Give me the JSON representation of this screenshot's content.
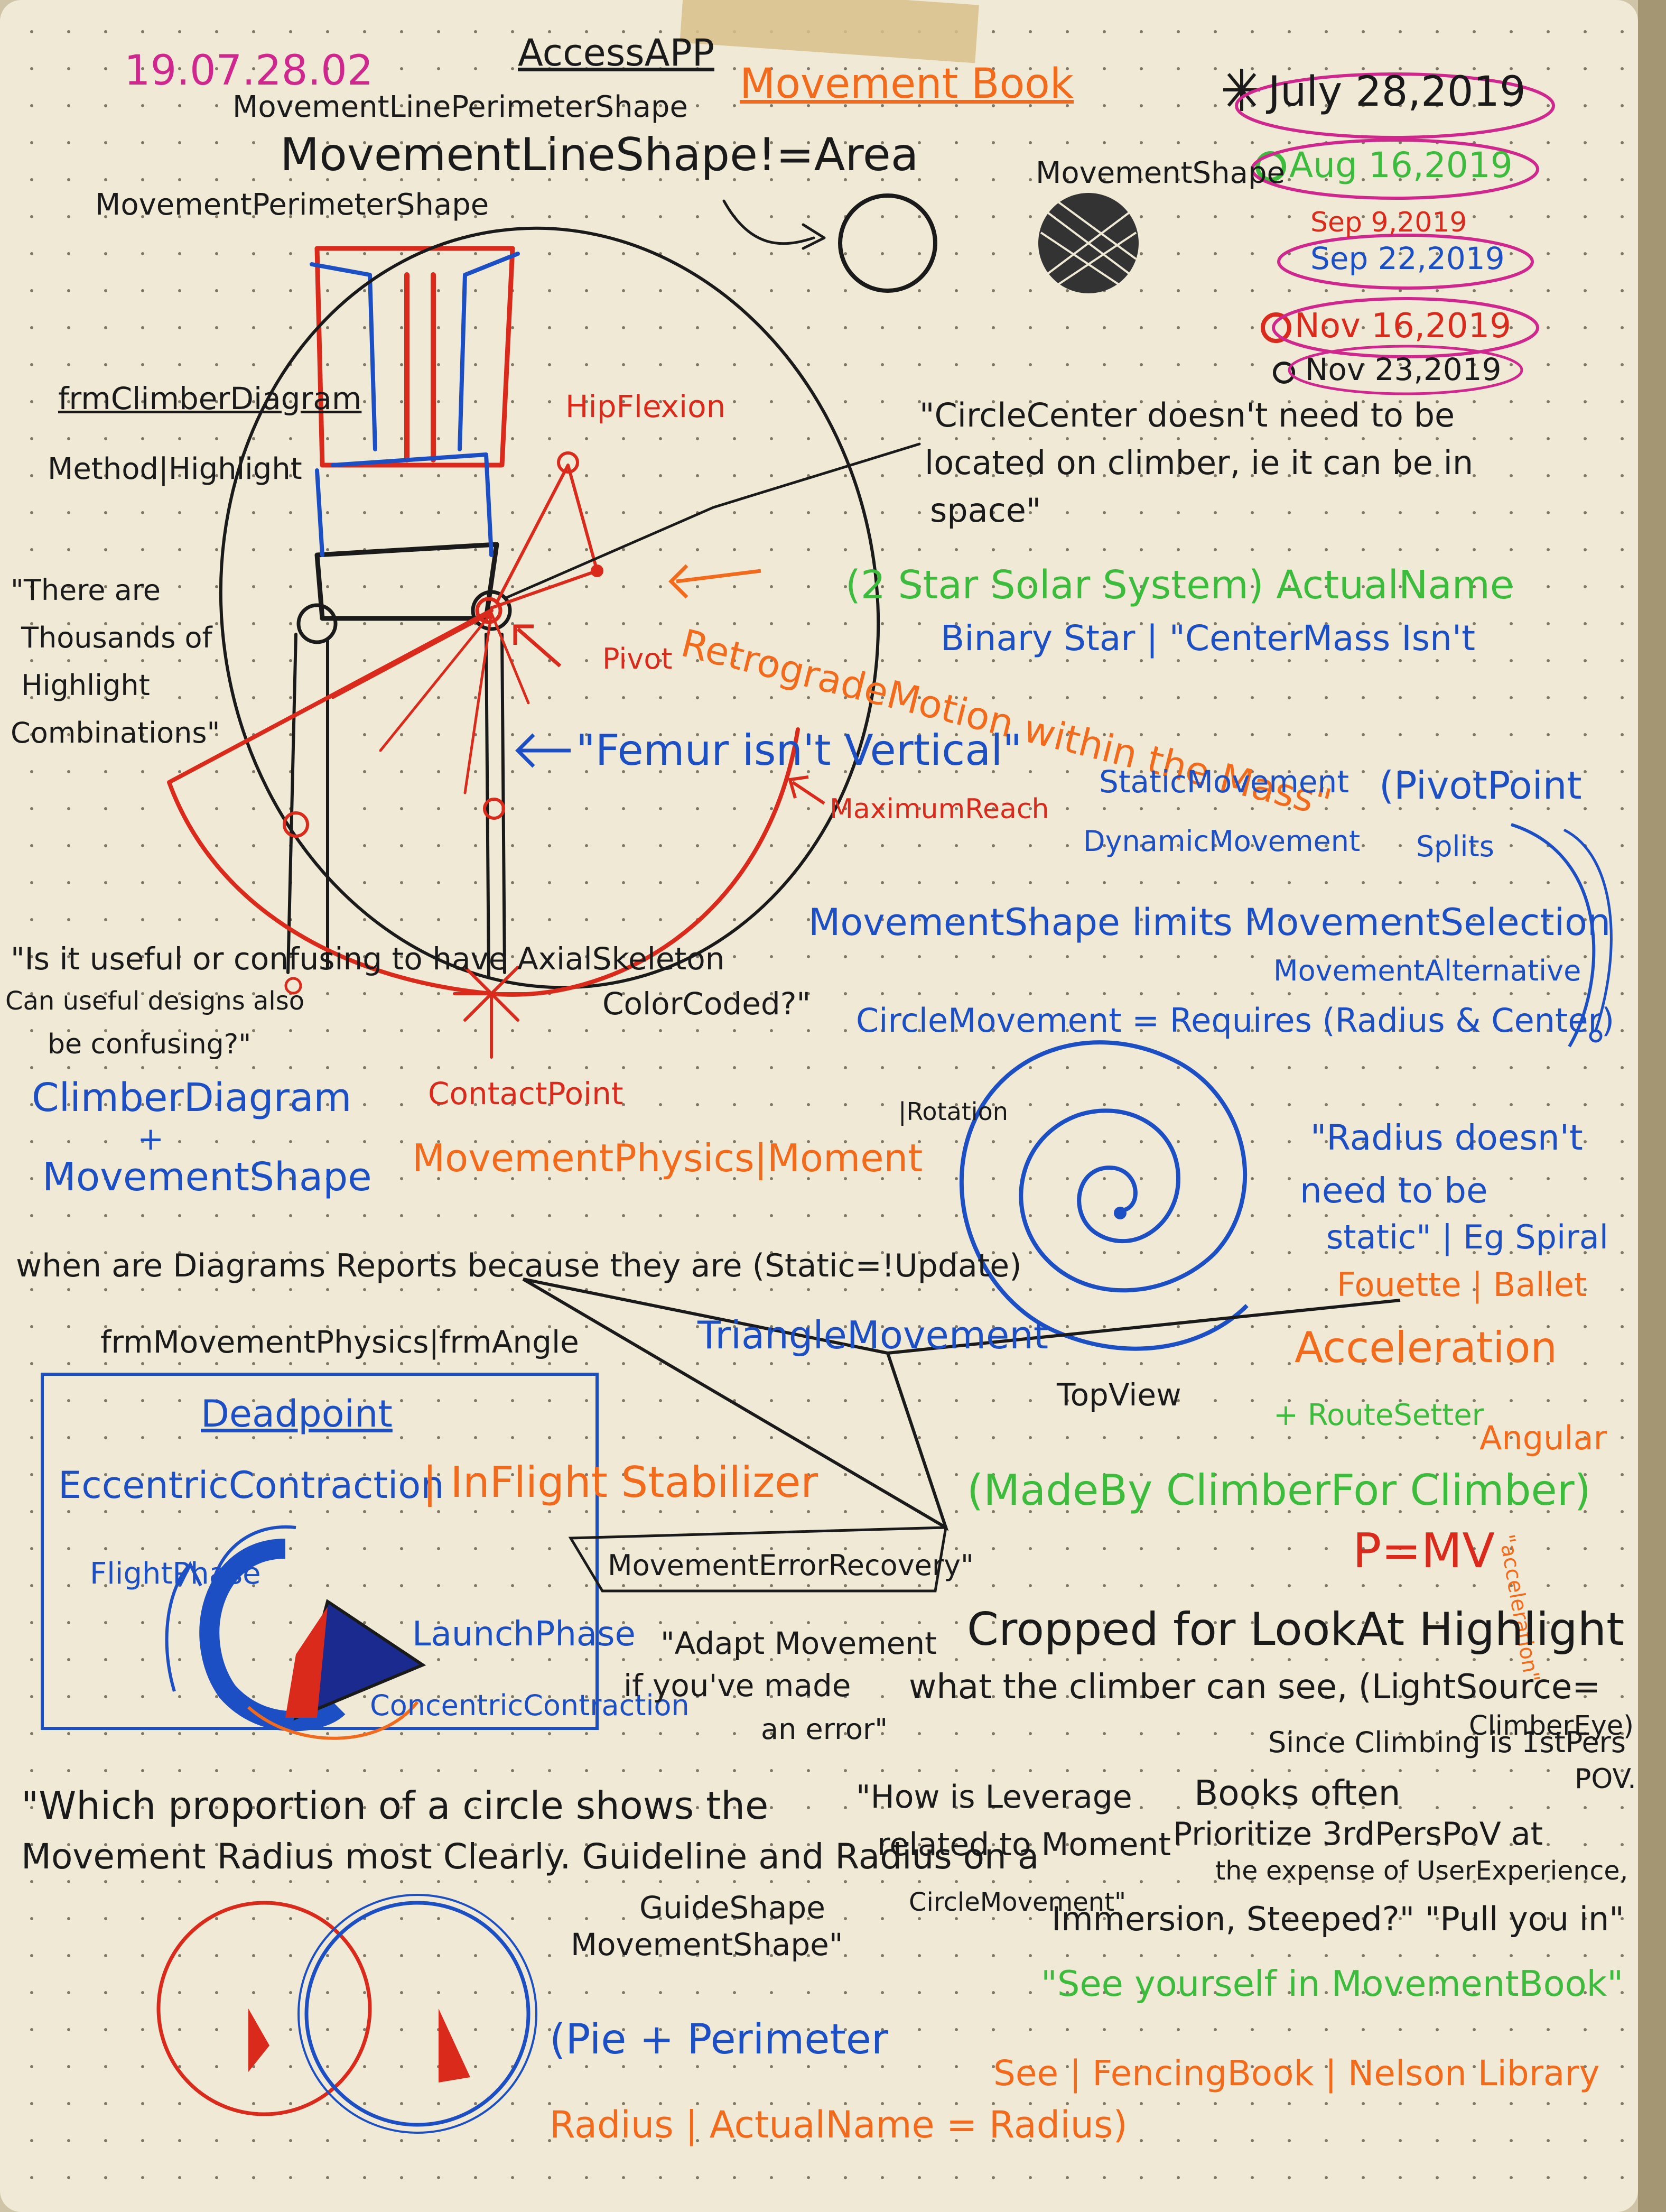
{
  "page": {
    "timestamp": "19.07.28.02",
    "app": "AccessAPP",
    "book": "Movement Book"
  },
  "dates": [
    "July 28,2019",
    "Aug 16,2019",
    "Sep 9,2019",
    "Sep 22,2019",
    "Nov 16,2019",
    "Nov 23,2019"
  ],
  "notes": {
    "movement_line_perimeter": "MovementLinePerimeterShape",
    "line_not_area": "MovementLineShape!=Area",
    "movement_perimeter_shape": "MovementPerimeterShape",
    "movement_shape": "MovementShape",
    "frm_climber_diagram": "frmClimberDiagram",
    "method_highlight": "Method|Highlight",
    "thousands_1": "\"There are",
    "thousands_2": "Thousands of",
    "thousands_3": "Highlight",
    "thousands_4": "Combinations\"",
    "hip_flexion": "HipFlexion",
    "circle_center_1": "\"CircleCenter doesn't need to be",
    "circle_center_2": "located on climber, ie it can be in",
    "circle_center_3": "space\"",
    "solar_1": "(2 Star Solar System) ActualName",
    "solar_2": "Binary Star | \"CenterMass Isn't",
    "retrograde": "RetrogradeMotion within the Mass\"",
    "pivot": "Pivot",
    "femur": "\"Femur isn't Vertical\"",
    "maximum_reach": "MaximumReach",
    "static_movement": "StaticMovement",
    "dynamic_movement": "DynamicMovement",
    "pivot_point": "(PivotPoint",
    "splits": "Splits",
    "limits_1": "MovementShape limits MovementSelection",
    "limits_2": "MovementAlternative",
    "useful_1": "\"Is it useful or confusing to have AxialSkeleton",
    "useful_2": "Can useful designs also",
    "useful_3": "ColorCoded?\"",
    "useful_4": "be confusing?\"",
    "circle_movement": "CircleMovement = Requires (Radius & Center)",
    "contact_point": "ContactPoint",
    "climber_diagram_plus_1": "ClimberDiagram",
    "climber_diagram_plus_2": "+",
    "climber_diagram_plus_3": "MovementShape",
    "physics": "MovementPhysics|Moment",
    "rotation": "|Rotation",
    "radius_1": "\"Radius doesn't",
    "radius_2": "need to be",
    "radius_3": "static\" | Eg Spiral",
    "diagrams_reports": "when are Diagrams Reports because they are (Static=!Update)",
    "fouette": "Fouette | Ballet",
    "frm_physics": "frmMovementPhysics|frmAngle",
    "triangle_movement": "TriangleMovement",
    "acceleration": "Acceleration",
    "top_view": "TopView",
    "routesetter": "+ RouteSetter",
    "angular": "Angular",
    "made_by": "(MadeBy ClimberFor Climber)",
    "angular_tail": "\"acceleration\"",
    "deadpoint": "Deadpoint",
    "eccentric": "EccentricContraction",
    "inflight": "| InFlight Stabilizer",
    "pmv": "P=MV",
    "flight_phase": "FlightPhase",
    "launch_phase": "LaunchPhase",
    "concentric": "ConcentricContraction",
    "error_recovery": "MovementErrorRecovery\"",
    "adapt_1": "\"Adapt Movement",
    "adapt_2": "if you've made",
    "adapt_3": "an error\"",
    "cropped_1": "Cropped for LookAt Highlight",
    "cropped_2": "what the climber can see, (LightSource=",
    "cropped_3": "ClimberEye)",
    "proportion_1": "\"Which proportion of a circle shows the",
    "proportion_2": "Movement Radius most Clearly. Guideline and Radius on a",
    "leverage_1": "\"How is Leverage",
    "leverage_2": "related to Moment",
    "circle_movement_2": "CircleMovement\"",
    "guideshape": "GuideShape",
    "movementshape_2": "MovementShape\"",
    "pov_1": "Since Climbing is 1stPers",
    "pov_2": "Books often",
    "pov_3": "POV.",
    "pov_4": "Prioritize 3rdPersPoV at",
    "pov_5": "the expense of UserExperience,",
    "pov_6": "Immersion, Steeped?\" \"Pull you in\"",
    "see_yourself": "\"See yourself in MovementBook\"",
    "pie": "(Pie + Perimeter",
    "radius_name": "Radius | ActualName = Radius)",
    "fencing": "See | FencingBook | Nelson Library"
  },
  "colors": {
    "paper": "#efe9d6",
    "black": "#1a1a1a",
    "red": "#d92a1c",
    "orange": "#f26a1b",
    "blue": "#1d4fc4",
    "green": "#3dbb3d",
    "magenta": "#d0278e",
    "tape": "#d9c089"
  },
  "icons": [
    "asterisk-icon",
    "green-circle-icon",
    "red-circle-icon",
    "black-circle-icon",
    "spiral-icon",
    "hatched-circle-icon",
    "arrow-icon"
  ]
}
